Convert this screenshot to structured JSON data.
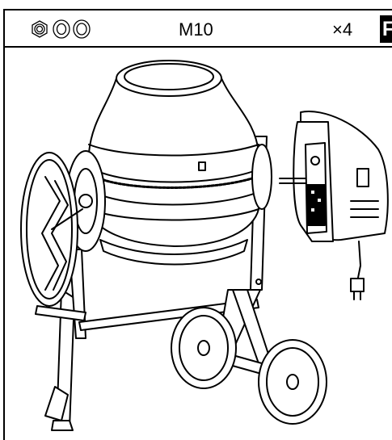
{
  "header": {
    "hardware_icons": [
      "nut-icon",
      "washer-icon",
      "washer-icon"
    ],
    "bolt_size": "M10",
    "quantity": "×4",
    "step_tag": "F"
  },
  "illustration": {
    "subject": "concrete-mixer-illustration",
    "parts": [
      "drum",
      "ring-gear",
      "handwheel",
      "motor-housing",
      "power-cord",
      "frame",
      "wheels",
      "support-leg"
    ]
  },
  "colors": {
    "ink": "#000000",
    "paper": "#ffffff"
  }
}
